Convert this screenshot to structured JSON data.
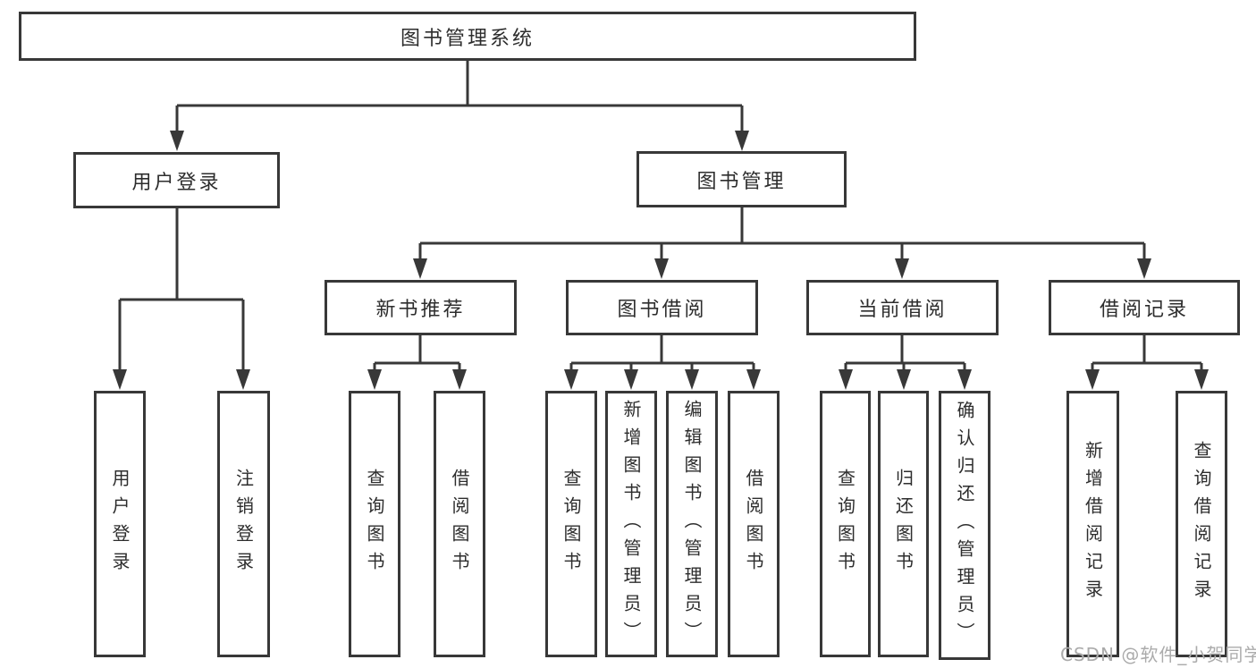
{
  "page": {
    "background": "#ffffff"
  },
  "colors": {
    "line": "#383838",
    "box_border": "#383838",
    "box_fill": "#ffffff",
    "text": "#2d2d2d",
    "watermark": "#ababab"
  },
  "diagram": {
    "root": {
      "label": "图书管理系统"
    },
    "level2": {
      "user_login": {
        "label": "用户登录"
      },
      "book_management": {
        "label": "图书管理"
      }
    },
    "level3": {
      "new_book_recommendation": {
        "label": "新书推荐"
      },
      "book_borrowing": {
        "label": "图书借阅"
      },
      "current_borrowing": {
        "label": "当前借阅"
      },
      "borrowing_records": {
        "label": "借阅记录"
      }
    },
    "leaves": {
      "user_login": {
        "label": "用户登录"
      },
      "logout": {
        "label": "注销登录"
      },
      "recommend_search_books": {
        "label": "查询图书"
      },
      "recommend_borrow_books": {
        "label": "借阅图书"
      },
      "borrow_search_books": {
        "label": "查询图书"
      },
      "borrow_add_books": {
        "label": "新增图书（管理员）"
      },
      "borrow_edit_books": {
        "label": "编辑图书（管理员）"
      },
      "borrow_borrow_books": {
        "label": "借阅图书"
      },
      "current_search_books": {
        "label": "查询图书"
      },
      "current_return_books": {
        "label": "归还图书"
      },
      "current_confirm_return": {
        "label": "确认归还（管理员）"
      },
      "records_add_record": {
        "label": "新增借阅记录"
      },
      "records_search_record": {
        "label": "查询借阅记录"
      }
    }
  },
  "watermark": {
    "text": "CSDN @软件_小贺同学"
  }
}
